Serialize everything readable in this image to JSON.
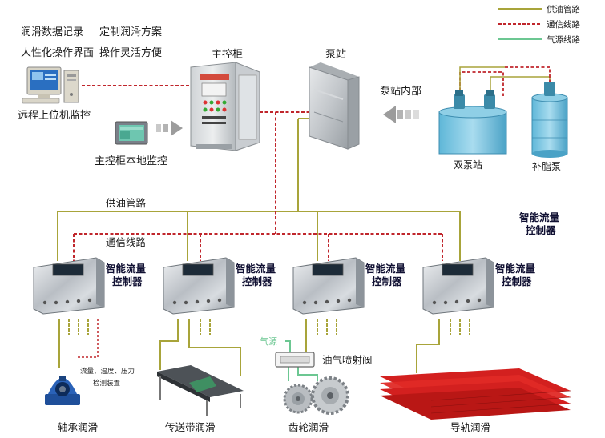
{
  "legend": {
    "oil": "供油管路",
    "comm": "通信线路",
    "air": "气源线路"
  },
  "features": {
    "f1": "润滑数据记录",
    "f2": "定制润滑方案",
    "f3": "人性化操作界面",
    "f4": "操作灵活方便"
  },
  "labels": {
    "remote_pc": "远程上位机监控",
    "main_cabinet": "主控柜",
    "pump_station": "泵站",
    "local_monitor": "主控柜本地监控",
    "pump_inside": "泵站内部",
    "dual_pump": "双泵站",
    "grease_pump": "补脂泵",
    "oil_line": "供油管路",
    "comm_line": "通信线路",
    "controller_note_l1": "智能流量",
    "controller_note_l2": "控制器",
    "air_source": "气源",
    "oil_air_valve": "油气喷射阀",
    "sensor_l1": "流量、温度、压力",
    "sensor_l2": "检测装置",
    "bearing": "轴承润滑",
    "conveyor": "传送带润滑",
    "gear": "齿轮润滑",
    "rail": "导轨润滑"
  },
  "controllers": [
    {
      "l1": "智能流量",
      "l2": "控制器"
    },
    {
      "l1": "智能流量",
      "l2": "控制器"
    },
    {
      "l1": "智能流量",
      "l2": "控制器"
    },
    {
      "l1": "智能流量",
      "l2": "控制器"
    }
  ],
  "colors": {
    "oil": "#a8a43a",
    "comm": "#c0262c",
    "air": "#6cc792",
    "text": "#1a1a1a",
    "bold_text": "#111133"
  }
}
